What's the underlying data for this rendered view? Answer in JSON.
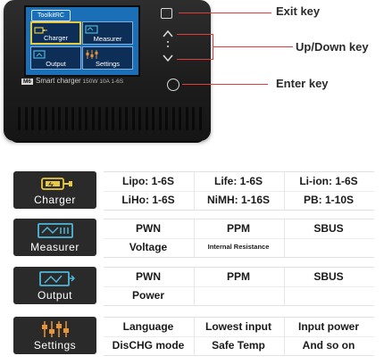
{
  "device": {
    "screen_title": "ToolkitRC",
    "tiles": [
      {
        "label": "Charger",
        "selected": true
      },
      {
        "label": "Measurer",
        "selected": false
      },
      {
        "label": "Output",
        "selected": false
      },
      {
        "label": "Settings",
        "selected": false
      }
    ],
    "model_badge": "M6",
    "subtitle_main": "Smart charger",
    "subtitle_spec": "150W 10A 1-6S"
  },
  "callouts": {
    "exit": "Exit key",
    "updown": "Up/Down key",
    "enter": "Enter key"
  },
  "features": [
    {
      "name": "Charger",
      "icon": "charger-icon",
      "cells": [
        "Lipo: 1-6S",
        "Life: 1-6S",
        "Li-ion: 1-6S",
        "LiHo: 1-6S",
        "NiMH: 1-16S",
        "PB: 1-10S"
      ]
    },
    {
      "name": "Measurer",
      "icon": "measurer-icon",
      "cells": [
        "PWN",
        "PPM",
        "SBUS",
        "Voltage",
        "Internal Resistance",
        ""
      ]
    },
    {
      "name": "Output",
      "icon": "output-icon",
      "cells": [
        "PWN",
        "PPM",
        "SBUS",
        "Power",
        "",
        ""
      ]
    },
    {
      "name": "Settings",
      "icon": "settings-icon",
      "cells": [
        "Language",
        "Lowest input",
        "Input power",
        "DisCHG mode",
        "Safe Temp",
        "And so on"
      ]
    }
  ],
  "colors": {
    "screen_blue": "#1a6fb6",
    "tile_navy": "#0d2f57",
    "selected_yellow": "#e8c840",
    "accent_orange": "#e8953a",
    "accent_cyan": "#4fb6d9",
    "callout_red": "#e23c3c"
  }
}
